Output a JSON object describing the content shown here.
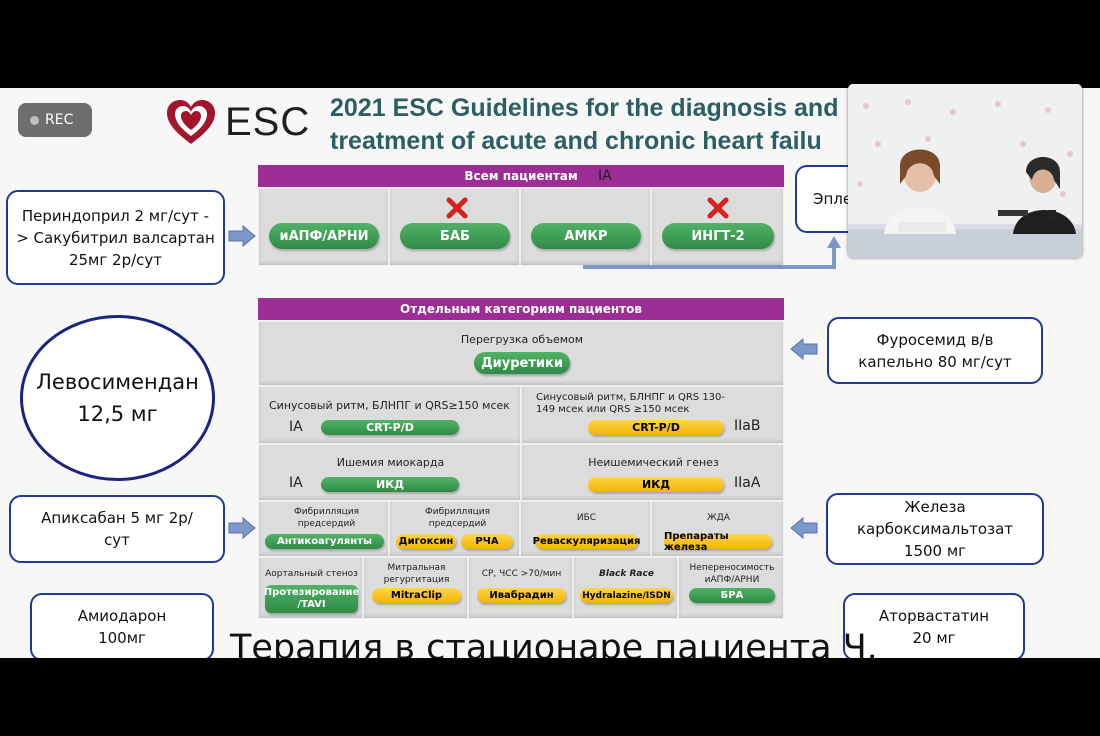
{
  "recording": {
    "label": "REC"
  },
  "logo": {
    "text": "ESC"
  },
  "slide_title": {
    "line1": "2021 ESC Guidelines for the diagnosis and",
    "line2": "treatment of acute and chronic heart failu"
  },
  "all_patients": {
    "header": "Всем пациентам",
    "level": "IA",
    "drugs": [
      "иАПФ/АРНИ",
      "БАБ",
      "АМКР",
      "ИНГТ-2"
    ]
  },
  "categories": {
    "header": "Отдельным категориям пациентов",
    "volume": {
      "label": "Перегрузка объемом",
      "pill": "Диуретики"
    },
    "crt_left": {
      "label": "Синусовый ритм, БЛНПГ и QRS≥150 мсек",
      "pill": "CRT-P/D",
      "level": "IA"
    },
    "crt_right": {
      "label": "Синусовый ритм, БЛНПГ и QRS 130-149 мсек или QRS ≥150 мсек",
      "pill": "CRT-P/D",
      "level": "IIaB"
    },
    "ischemia": {
      "label": "Ишемия миокарда",
      "pill": "ИКД",
      "level": "IA"
    },
    "nonischemic": {
      "label": "Неишемический генез",
      "pill": "ИКД",
      "level": "IIaA"
    },
    "af1": {
      "label": "Фибрилляция предсердий",
      "pill": "Антикоагулянты"
    },
    "af2": {
      "label": "Фибрилляция предсердий",
      "pill1": "Дигоксин",
      "pill2": "РЧА"
    },
    "ibs": {
      "label": "ИБС",
      "pill": "Реваскуляризация"
    },
    "ida": {
      "label": "ЖДА",
      "pill": "Препараты железа"
    },
    "aortic": {
      "label": "Аортальный стеноз",
      "pill": "Протезирование /TAVI"
    },
    "mitral": {
      "label": "Митральная регургитация",
      "pill": "MitraClip"
    },
    "sr": {
      "label": "СР, ЧСС >70/мин",
      "pill": "Ивабрадин"
    },
    "black": {
      "label": "Black Race",
      "pill": "Hydralazine/ISDN"
    },
    "intol": {
      "label": "Непереносимость иАПФ/АРНИ",
      "pill": "БРА"
    }
  },
  "annotations": {
    "perindopril": "Периндоприл 2 мг/сут -> Сакубитрил валсартан 25мг 2р/сут",
    "eple": "Эпле",
    "levosimendan_name": "Левосимендан",
    "levosimendan_dose": "12,5 мг",
    "furosemide": "Фуросемид в/в капельно 80 мг/сут",
    "apixaban": "Апиксабан 5 мг 2р/сут",
    "iron": "Железа карбоксимальтозат 1500 мг",
    "amiodarone": "Амиодарон 100мг",
    "atorvastatin": "Аторвастатин 20 мг"
  },
  "footer": "Терапия в стационаре пациента Ч.",
  "colors": {
    "band": "#9b2d95",
    "green": "#3a9a50",
    "yellow": "#f5c218",
    "title": "#2b5f63",
    "box_border": "#1f3a93",
    "cross": "#d62020"
  }
}
